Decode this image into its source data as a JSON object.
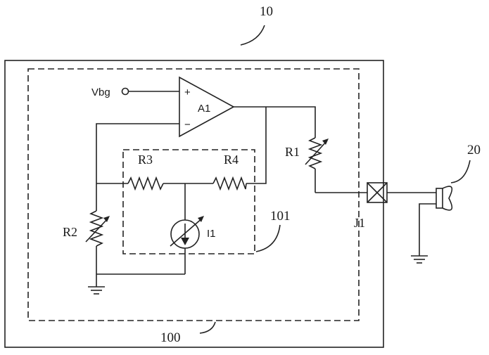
{
  "labels": {
    "device_ref": "10",
    "module_ref": "100",
    "sub_module_ref": "101",
    "speaker_ref": "20",
    "vbg": "Vbg",
    "opamp": "A1",
    "plus": "+",
    "minus": "−",
    "r1": "R1",
    "r2": "R2",
    "r3": "R3",
    "r4": "R4",
    "i1": "I1",
    "j1": "J1"
  }
}
